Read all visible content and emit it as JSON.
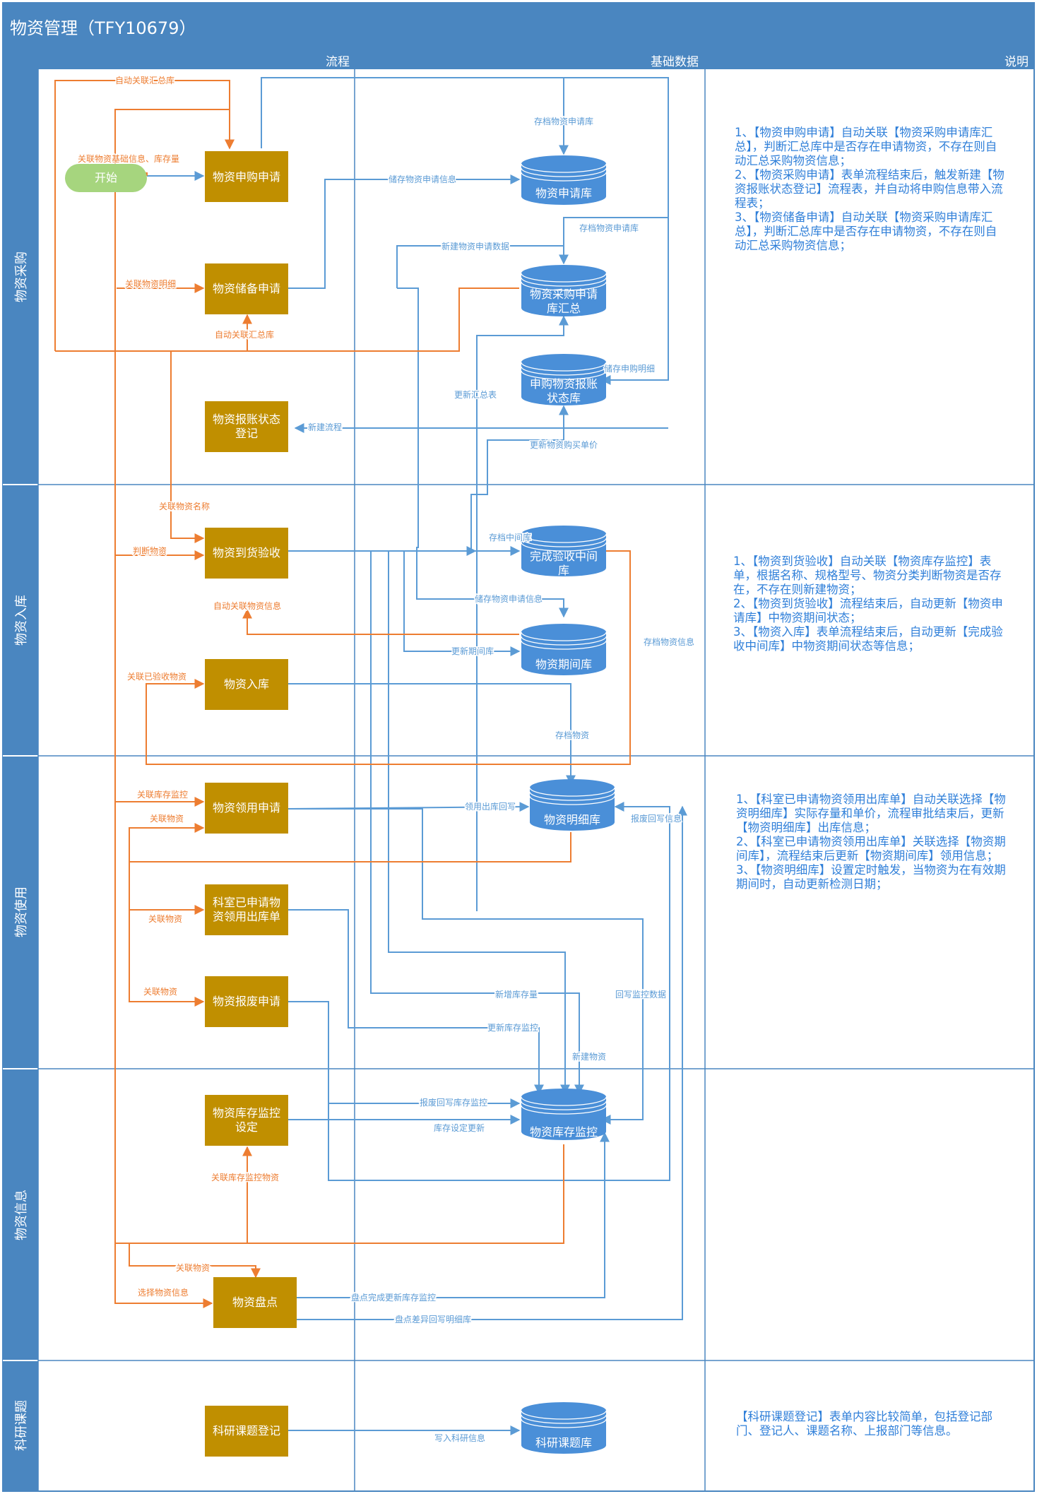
{
  "title": "物资管理（TFY10679）",
  "columns": {
    "process": "流程",
    "base": "基础数据",
    "notes": "说明"
  },
  "lanes": [
    {
      "id": "purchase",
      "label": "物资采购"
    },
    {
      "id": "inbound",
      "label": "物资入库"
    },
    {
      "id": "use",
      "label": "物资使用"
    },
    {
      "id": "info",
      "label": "物资信息"
    },
    {
      "id": "research",
      "label": "科研课题"
    }
  ],
  "start": "开始",
  "processes": {
    "apply": "物资申购申请",
    "reserve": "物资储备申请",
    "reimburse": "物资报账状态\n登记",
    "arrival": "物资到货验收",
    "stockin": "物资入库",
    "requisition": "物资领用申请",
    "deptout": "科室已申请物\n资领用出库单",
    "scrap": "物资报废申请",
    "monitorset": "物资库存监控\n设定",
    "inventory": "物资盘点",
    "project": "科研课题登记"
  },
  "databases": {
    "applylib": "物资申请库",
    "summary": "物资采购申请\n库汇总",
    "reimburselib": "申购物资报账\n状态库",
    "midlib": "完成验收中间\n库",
    "periodlib": "物资期间库",
    "detaillib": "物资明细库",
    "monitorlib": "物资库存监控",
    "projectlib": "科研课题库"
  },
  "edge_labels": {
    "auto_summary_top": "自动关联汇总库",
    "link_base": "关联物资基础信息、库存量",
    "archive_apply": "存档物资申请库",
    "store_apply_info": "储存物资申请信息",
    "archive_apply2": "存档物资申请库",
    "new_apply_data": "新建物资申请数据",
    "link_detail": "关联物资明细",
    "auto_summary2": "自动关联汇总库",
    "store_apply_detail": "储存申购明细",
    "update_summary": "更新汇总表",
    "new_flow": "新建流程",
    "update_price": "更新物资购买单价",
    "link_name": "关联物资名称",
    "judge": "判断物资",
    "archive_mid": "存档中间库",
    "auto_link_info": "自动关联物资信息",
    "store_apply_info2": "储存物资申请信息",
    "update_period": "更新期间库",
    "archive_info": "存档物资信息",
    "link_checked": "关联已验收物资",
    "archive_goods": "存档物资",
    "link_monitor": "关联库存监控",
    "link_goods": "关联物资",
    "writeback_out": "领用出库回写",
    "writeback_scrap_info": "报废回写信息",
    "link_goods2": "关联物资",
    "link_goods3": "关联物资",
    "new_stock": "新增库存量",
    "writeback_monitor": "回写监控数据",
    "update_monitor": "更新库存监控",
    "new_goods": "新建物资",
    "scrap_writeback": "报废回写库存监控",
    "stock_update": "库存设定更新",
    "link_monitor_goods": "关联库存监控物资",
    "link_goods4": "关联物资",
    "select_info": "选择物资信息",
    "inventory_update": "盘点完成更新库存监控",
    "inventory_diff": "盘点差异回写明细库",
    "write_research": "写入科研信息"
  },
  "notes": {
    "purchase": "1、【物资申购申请】自动关联【物资采购申请库汇总】，判断汇总库中是否存在申请物资，不存在则自动汇总采购物资信息；\n2、【物资采购申请】表单流程结束后，触发新建【物资报账状态登记】流程表，并自动将申购信息带入流程表；\n3、【物资储备申请】自动关联【物资采购申请库汇总】，判断汇总库中是否存在申请物资，不存在则自动汇总采购物资信息；",
    "inbound": "1、【物资到货验收】自动关联【物资库存监控】表单，根据名称、规格型号、物资分类判断物资是否存在，不存在则新建物资；\n2、【物资到货验收】流程结束后，自动更新【物资申请库】中物资期间状态；\n3、【物资入库】表单流程结束后，自动更新【完成验收中间库】中物资期间状态等信息；",
    "use": "1、【科室已申请物资领用出库单】自动关联选择【物资明细库】实际存量和单价，流程审批结束后，更新【物资明细库】出库信息；\n2、【科室已申请物资领用出库单】关联选择【物资期间库】，流程结束后更新【物资期间库】领用信息；\n3、【物资明细库】设置定时触发，当物资为在有效期期间时，自动更新检测日期；",
    "research": "【科研课题登记】表单内容比较简单，包括登记部门、登记人、课题名称、上报部门等信息。"
  },
  "colors": {
    "header": "#4a86c0",
    "process_fill": "#c08f00",
    "database_fill": "#4a8fd8",
    "start_fill": "#a6d57e",
    "blue_line": "#5b9bd5",
    "orange_line": "#ed7d31",
    "note_text": "#2f7fd9"
  }
}
